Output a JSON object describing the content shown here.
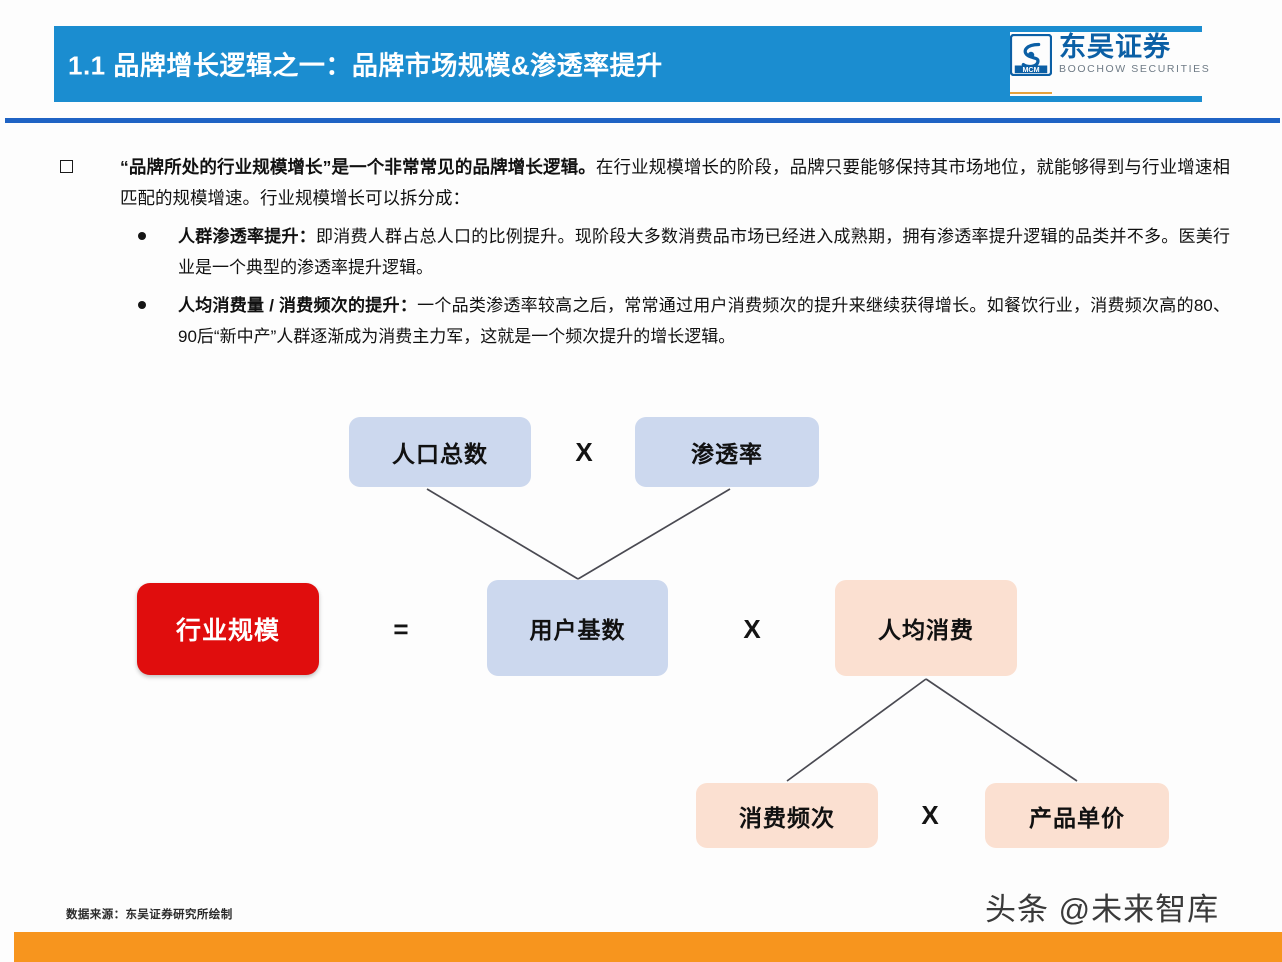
{
  "header": {
    "title": "1.1 品牌增长逻辑之一：品牌市场规模&渗透率提升",
    "title_bg": "#1b8dd0",
    "rule_color": "#1f63c4",
    "logo": {
      "name_cn": "东吴证券",
      "name_en": "BOOCHOW SECURITIES",
      "mark": "dongwu-securities-logo",
      "color_cn": "#0b5fa5",
      "color_en": "#6f7b86",
      "accent": "#e8a33d"
    }
  },
  "body": {
    "bullet_main": {
      "marker": "hollow-square-bullet",
      "text_bold": "“品牌所处的行业规模增长”是一个非常常见的品牌增长逻辑。",
      "text_rest": "在行业规模增长的阶段，品牌只要能够保持其市场地位，就能够得到与行业增速相匹配的规模增速。行业规模增长可以拆分成："
    },
    "sub_bullets": [
      {
        "marker": "round-bullet",
        "label": "人群渗透率提升：",
        "text": "即消费人群占总人口的比例提升。现阶段大多数消费品市场已经进入成熟期，拥有渗透率提升逻辑的品类并不多。医美行业是一个典型的渗透率提升逻辑。"
      },
      {
        "marker": "round-bullet",
        "label": "人均消费量 / 消费频次的提升：",
        "text": "一个品类渗透率较高之后，常常通过用户消费频次的提升来继续获得增长。如餐饮行业，消费频次高的80、90后“新中产”人群逐渐成为消费主力军，这就是一个频次提升的增长逻辑。"
      }
    ]
  },
  "diagram": {
    "type": "formula-tree",
    "nodes": {
      "population": {
        "label": "人口总数",
        "fill": "#ccd8ee",
        "style": "blue"
      },
      "penetration": {
        "label": "渗透率",
        "fill": "#ccd8ee",
        "style": "blue"
      },
      "industry_size": {
        "label": "行业规模",
        "fill": "#e00d0d",
        "style": "red",
        "text_color": "#ffffff"
      },
      "user_base": {
        "label": "用户基数",
        "fill": "#ccd8ee",
        "style": "blue"
      },
      "avg_spend": {
        "label": "人均消费",
        "fill": "#fbe0d1",
        "style": "peach"
      },
      "frequency": {
        "label": "消费频次",
        "fill": "#fbe0d1",
        "style": "peach"
      },
      "unit_price": {
        "label": "产品单价",
        "fill": "#fbe0d1",
        "style": "peach"
      }
    },
    "operators": {
      "multiply_top": "X",
      "equals": "=",
      "multiply_mid": "X",
      "multiply_bottom": "X"
    },
    "relations": [
      "行业规模 = 用户基数 X 人均消费",
      "用户基数 = 人口总数 X 渗透率",
      "人均消费 = 消费频次 X 产品单价"
    ]
  },
  "footer": {
    "source": "数据来源：东吴证券研究所绘制",
    "watermark": "头条 @未来智库",
    "bar_color": "#f7951e"
  }
}
